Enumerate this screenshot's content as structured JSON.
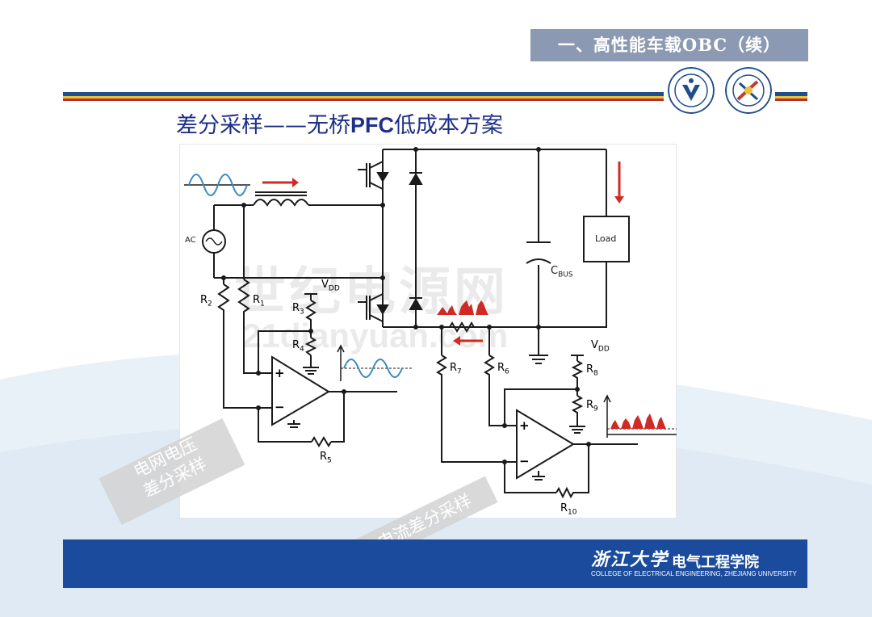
{
  "header": {
    "tab_title": "一、高性能车载OBC（续）"
  },
  "subtitle": {
    "part1": "差分采样——无桥",
    "part2": "PFC",
    "part3": "低成本方案"
  },
  "diagram": {
    "labels": {
      "ac": "AC",
      "load": "Load",
      "cbus_main": "C",
      "cbus_sub": "BUS",
      "r1": "R",
      "r1_sub": "1",
      "r2": "R",
      "r2_sub": "2",
      "r3": "R",
      "r3_sub": "3",
      "r4": "R",
      "r4_sub": "4",
      "r5": "R",
      "r5_sub": "5",
      "r6": "R",
      "r6_sub": "6",
      "r7": "R",
      "r7_sub": "7",
      "r8": "R",
      "r8_sub": "8",
      "r9": "R",
      "r9_sub": "9",
      "r10": "R",
      "r10_sub": "10",
      "vdd1": "V",
      "vdd1_sub": "DD",
      "vdd2": "V",
      "vdd2_sub": "DD",
      "plus": "+",
      "minus": "−"
    },
    "colors": {
      "wire": "#1a1a1a",
      "sine": "#3a8bbf",
      "arrow": "#d02a25",
      "current_pulse": "#d02a25"
    }
  },
  "stamps": {
    "voltage_line1": "电网电压",
    "voltage_line2": "差分采样",
    "current": "电流差分采样"
  },
  "watermark": {
    "brand": "世纪电源网",
    "url": "21dianyuan.com"
  },
  "footer": {
    "university": "浙江大学",
    "college": "电气工程学院",
    "college_en": "COLLEGE OF ELECTRICAL ENGINEERING, ZHEJIANG UNIVERSITY"
  },
  "theme": {
    "title_blue": "#1d2f86",
    "tab_bg": "#8c99b2",
    "footer_blue": "#1b4b9c"
  }
}
